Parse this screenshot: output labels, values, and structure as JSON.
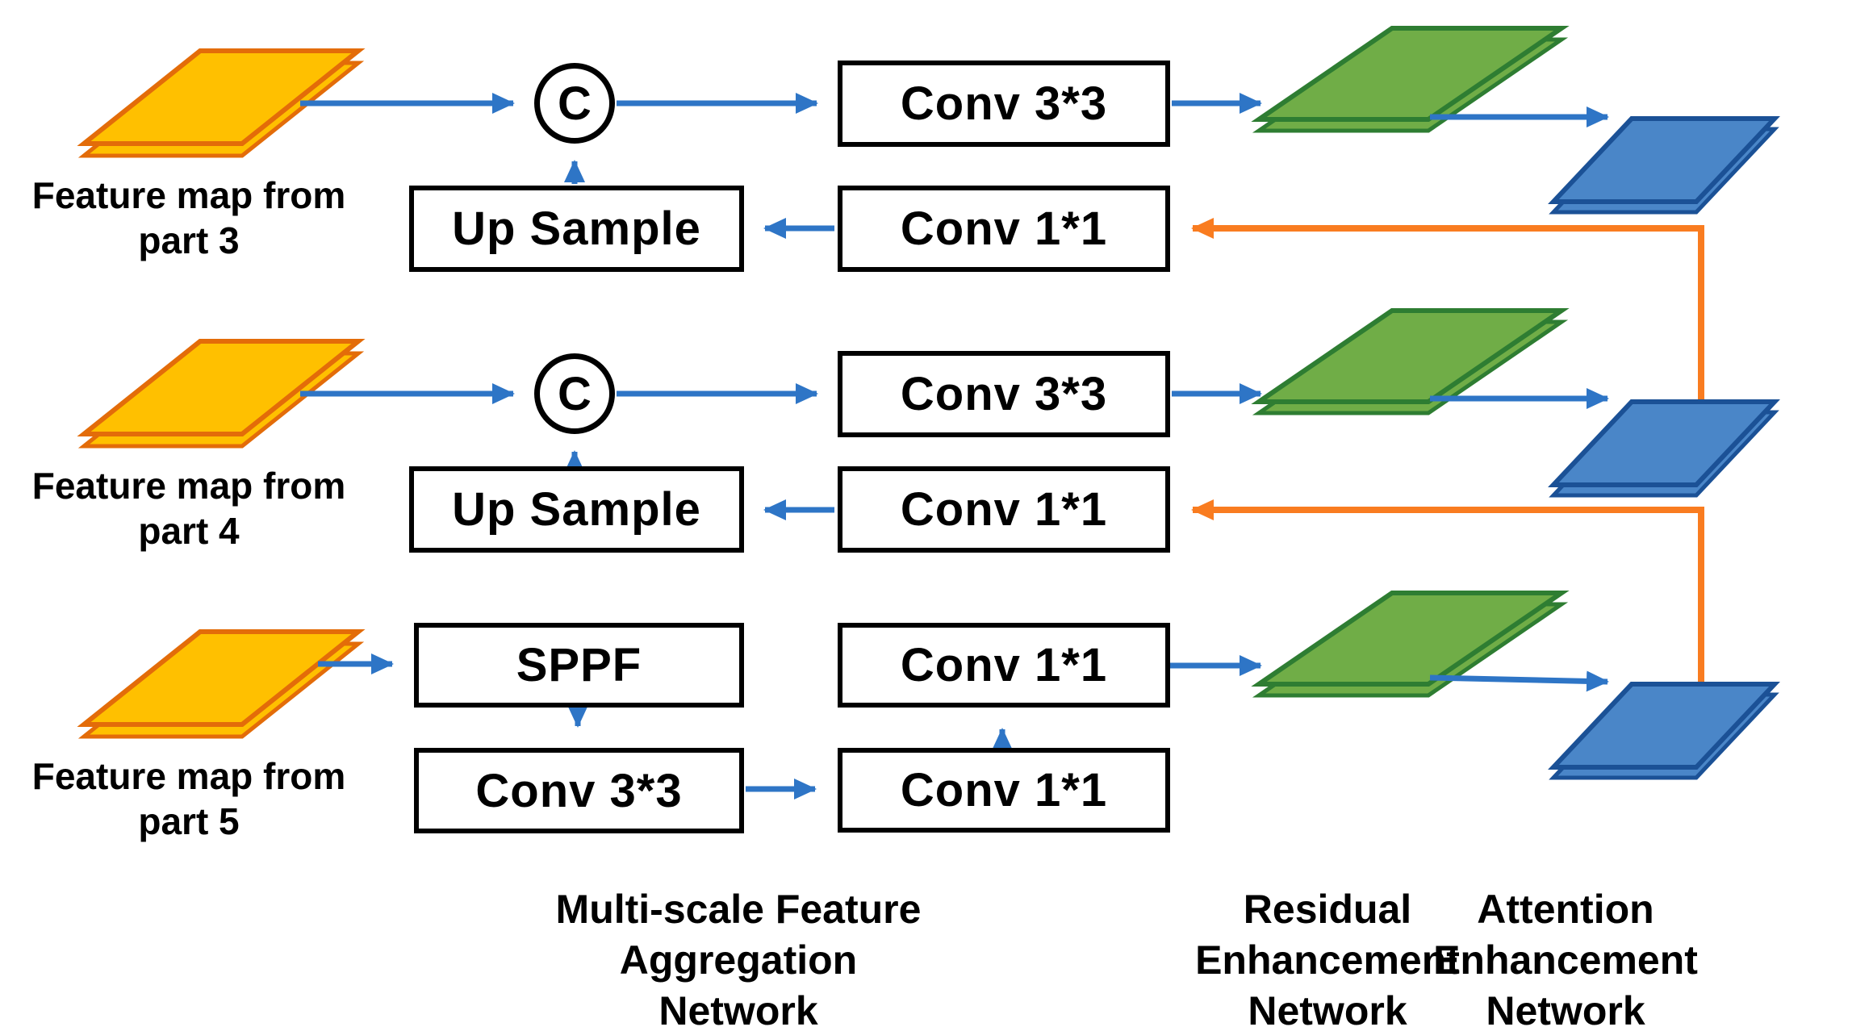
{
  "colors": {
    "feature_fill": "#FFC000",
    "feature_border": "#E36C09",
    "residual_fill": "#70AD47",
    "residual_border": "#2E7D32",
    "attention_fill": "#4A86C8",
    "attention_border": "#1B5196",
    "arrow_blue": "#2E75C6",
    "arrow_orange": "#F97C20",
    "box_border": "#000000",
    "text_color": "#000000"
  },
  "inputs": [
    {
      "label_line1": "Feature map from",
      "label_line2": "part 3"
    },
    {
      "label_line1": "Feature map from",
      "label_line2": "part 4"
    },
    {
      "label_line1": "Feature map from",
      "label_line2": "part 5"
    }
  ],
  "nodes": {
    "row1": {
      "concat": "C",
      "conv33": "Conv 3*3",
      "upsample": "Up Sample",
      "conv11": "Conv 1*1"
    },
    "row2": {
      "concat": "C",
      "conv33": "Conv 3*3",
      "upsample": "Up Sample",
      "conv11": "Conv 1*1"
    },
    "row3": {
      "sppf": "SPPF",
      "conv33": "Conv 3*3",
      "conv11_top": "Conv 1*1",
      "conv11_bottom": "Conv 1*1"
    }
  },
  "section_labels": {
    "aggregation": {
      "line1": "Multi-scale Feature",
      "line2": "Aggregation",
      "line3": "Network"
    },
    "residual": {
      "line1": "Residual",
      "line2": "Enhancement",
      "line3": "Network"
    },
    "attention": {
      "line1": "Attention",
      "line2": "Enhancement",
      "line3": "Network"
    }
  }
}
